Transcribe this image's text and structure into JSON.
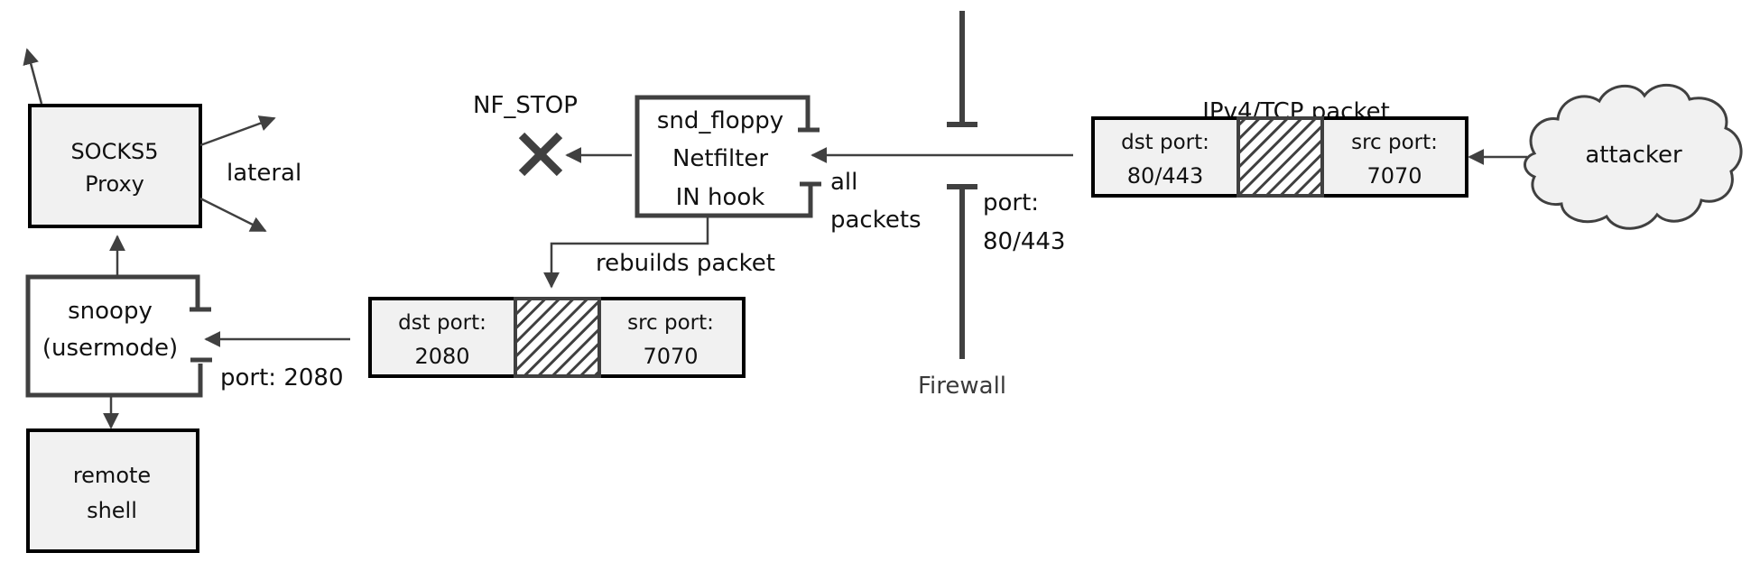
{
  "diagram": {
    "nodes": {
      "socks5_proxy": {
        "lines": [
          "SOCKS5",
          "Proxy"
        ]
      },
      "snoopy": {
        "lines": [
          "snoopy",
          "(usermode)"
        ]
      },
      "remote_shell": {
        "lines": [
          "remote",
          "shell"
        ]
      },
      "netfilter": {
        "lines": [
          "snd_floppy",
          "Netfilter",
          "IN hook"
        ]
      },
      "attacker": {
        "label": "attacker"
      },
      "firewall": {
        "label": "Firewall"
      },
      "nf_stop": {
        "label": "NF_STOP",
        "icon": "x-mark-icon"
      }
    },
    "packets": {
      "original": {
        "title": "IPv4/TCP packet",
        "dst": [
          "dst port:",
          "80/443"
        ],
        "src": [
          "src port:",
          "7070"
        ]
      },
      "rebuilt": {
        "dst": [
          "dst port:",
          "2080"
        ],
        "src": [
          "src port:",
          "7070"
        ]
      }
    },
    "labels": {
      "lateral": "lateral",
      "all_packets": [
        "all",
        "packets"
      ],
      "firewall_port": [
        "port:",
        "80/443"
      ],
      "rebuilds_packet": "rebuilds packet",
      "snoopy_port": "port: 2080"
    },
    "edges": [
      {
        "from": "attacker",
        "to": "original-packet"
      },
      {
        "from": "original-packet",
        "to": "netfilter",
        "label": "all packets"
      },
      {
        "from": "netfilter",
        "to": "nf_stop"
      },
      {
        "from": "netfilter",
        "to": "rebuilt-packet",
        "label": "rebuilds packet"
      },
      {
        "from": "rebuilt-packet",
        "to": "snoopy",
        "label": "port: 2080"
      },
      {
        "from": "snoopy",
        "to": "socks5_proxy"
      },
      {
        "from": "snoopy",
        "to": "remote_shell"
      },
      {
        "from": "socks5_proxy",
        "to": "lateral",
        "label": "lateral"
      }
    ]
  }
}
